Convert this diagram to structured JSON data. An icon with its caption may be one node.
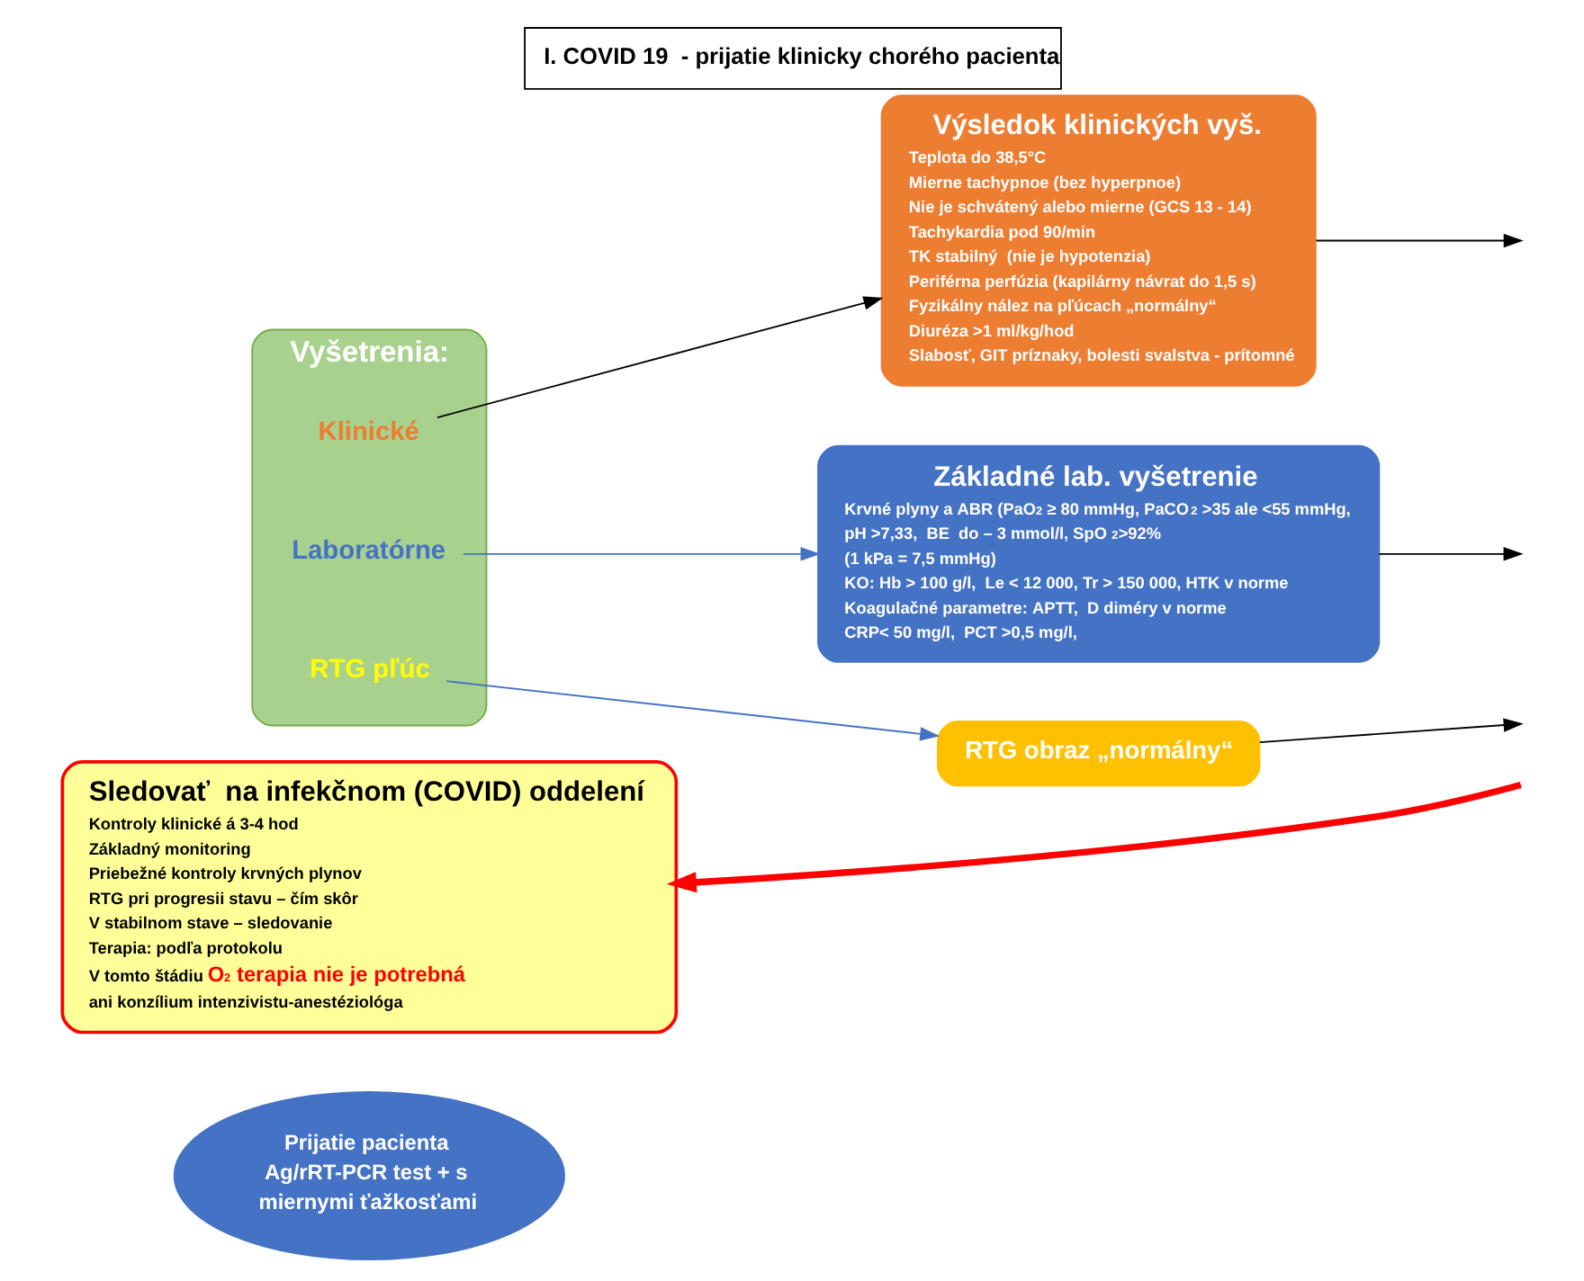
{
  "diagram": {
    "title": "I. COVID 19  - prijatie klinicky chorého pacienta",
    "nodes": [
      {
        "text": [
          "Prijatie pacienta Ag/rRT-PCR test + s miernymi ťažkosťami"
        ]
      },
      {
        "text": [
          "Vyšetrenia:"
        ]
      },
      {
        "text": [
          "Klinické"
        ],
        "in": 1
      },
      {
        "text": [
          "Laboratórne"
        ],
        "in": 1
      },
      {
        "text": [
          "RTG pľúc"
        ],
        "in": 1
      },
      {
        "text": [
          "Výsledok klinických vyš.",
          "Teplota do 38,5°C",
          "Mierne tachypnoe (bez hyperpnoe)",
          "Nie je schvátený alebo mierne (GCS 13 - 14)",
          "Tachykardia pod 90/min",
          "TK stabilný  (nie je hypotenzia)",
          "Periférna perfúzia (kapilárny návrat do 1,5 s)",
          "Fyzikálny nález na pľúcach „normálny“",
          "Diuréza >1 ml/kg/hod",
          "Slabosť, GIT príznaky, bolesti svalstva - prítomné"
        ]
      },
      {
        "text": [
          "Základné lab. vyšetrenie",
          "Krvné plyny a ABR (PaO$_{2}$ ≥ 80 mmHg, PaCO$_{2}$ >35 ale <55 mmHg, pH >7,33,  BE  do – 3 mmol/l, SpO$_{2}$>92%",
          "(1 kPa = 7,5 mmHg)",
          "KO: Hb > 100 g/l,  Le < 12 000, Tr > 150 000, HTK v norme",
          "Koagulačné parametre: APTT,  D diméry v norme",
          "CRP< 50 mg/l,  PCT >0,5 mg/l,"
        ]
      },
      {
        "text": [
          "RTG obraz „normálny“"
        ]
      },
      {
        "text": [
          "Sledovať  na infekčnom (COVID) oddelení",
          "Kontroly klinické á 3-4 hod",
          "Základný monitoring",
          "Priebežné kontroly krvných plynov",
          "RTG pri progresii stavu – čím skôr",
          "V stabilnom stave – sledovanie",
          "Terapia: podľa protokolu",
          "V tomto štádiu **O$_{2}$ terapia nie je potrebná** ani konzílium intenzivistu-anestéziológa"
        ]
      }
    ],
    "edges": [
      {
        "from": 2,
        "to": 5,
        "arrow": "to"
      },
      {
        "from": 3,
        "to": 6,
        "arrow": "to",
        "color": "#4472c4"
      },
      {
        "from": 4,
        "to": 7,
        "arrow": "to",
        "color": "#4472c4"
      },
      {
        "from": 5,
        "to": null,
        "arrow": "to"
      },
      {
        "from": 6,
        "to": null,
        "arrow": "to"
      },
      {
        "from": 7,
        "to": null,
        "arrow": "to"
      },
      {
        "from": null,
        "to": 8,
        "arrow": "to",
        "style": "thick",
        "color": "#ff0000"
      }
    ]
  }
}
